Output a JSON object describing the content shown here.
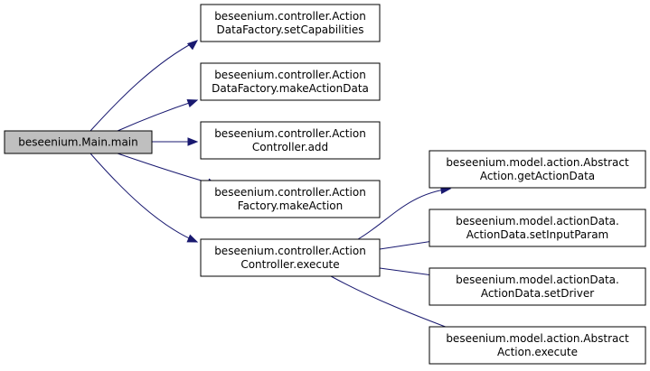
{
  "graph": {
    "nodes": [
      {
        "id": "main",
        "lines": [
          "beseenium.Main.main"
        ],
        "fill": "#bfbfbf"
      },
      {
        "id": "setCapabilities",
        "lines": [
          "beseenium.controller.Action",
          "DataFactory.setCapabilities"
        ],
        "fill": "#ffffff"
      },
      {
        "id": "makeActionData",
        "lines": [
          "beseenium.controller.Action",
          "DataFactory.makeActionData"
        ],
        "fill": "#ffffff"
      },
      {
        "id": "add",
        "lines": [
          "beseenium.controller.Action",
          "Controller.add"
        ],
        "fill": "#ffffff"
      },
      {
        "id": "makeAction",
        "lines": [
          "beseenium.controller.Action",
          "Factory.makeAction"
        ],
        "fill": "#ffffff"
      },
      {
        "id": "execute",
        "lines": [
          "beseenium.controller.Action",
          "Controller.execute"
        ],
        "fill": "#ffffff"
      },
      {
        "id": "getActionData",
        "lines": [
          "beseenium.model.action.Abstract",
          "Action.getActionData"
        ],
        "fill": "#ffffff"
      },
      {
        "id": "setInputParam",
        "lines": [
          "beseenium.model.actionData.",
          "ActionData.setInputParam"
        ],
        "fill": "#ffffff"
      },
      {
        "id": "setDriver",
        "lines": [
          "beseenium.model.actionData.",
          "ActionData.setDriver"
        ],
        "fill": "#ffffff"
      },
      {
        "id": "abstractExecute",
        "lines": [
          "beseenium.model.action.Abstract",
          "Action.execute"
        ],
        "fill": "#ffffff"
      }
    ],
    "edges": [
      {
        "from": "main",
        "to": "setCapabilities"
      },
      {
        "from": "main",
        "to": "makeActionData"
      },
      {
        "from": "main",
        "to": "add"
      },
      {
        "from": "main",
        "to": "makeAction"
      },
      {
        "from": "main",
        "to": "execute"
      },
      {
        "from": "execute",
        "to": "getActionData"
      },
      {
        "from": "execute",
        "to": "setInputParam"
      },
      {
        "from": "execute",
        "to": "setDriver"
      },
      {
        "from": "execute",
        "to": "abstractExecute"
      }
    ],
    "colors": {
      "edge": "#191970",
      "border": "#000000"
    }
  }
}
